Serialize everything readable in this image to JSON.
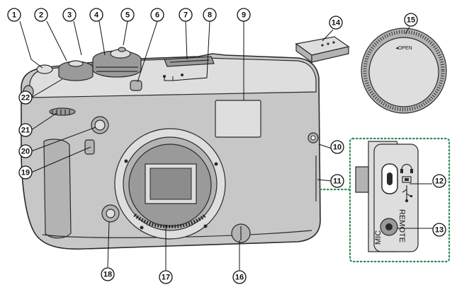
{
  "callouts": [
    {
      "number": "1",
      "part": "shutter-release-button"
    },
    {
      "number": "2",
      "part": "exposure-compensation-dial"
    },
    {
      "number": "3",
      "part": "top-plate"
    },
    {
      "number": "4",
      "part": "iso-dial"
    },
    {
      "number": "5",
      "part": "shutter-speed-dial"
    },
    {
      "number": "6",
      "part": "af-assist-lamp"
    },
    {
      "number": "7",
      "part": "hot-shoe"
    },
    {
      "number": "8",
      "part": "microphones"
    },
    {
      "number": "9",
      "part": "viewfinder-window"
    },
    {
      "number": "10",
      "part": "strap-eyelet"
    },
    {
      "number": "11",
      "part": "connector-cover"
    },
    {
      "number": "12",
      "part": "usb-connector"
    },
    {
      "number": "13",
      "part": "microphone-remote-connector"
    },
    {
      "number": "14",
      "part": "hot-shoe-cover"
    },
    {
      "number": "15",
      "part": "body-cap"
    },
    {
      "number": "16",
      "part": "focus-mode-selector"
    },
    {
      "number": "17",
      "part": "lens-mount"
    },
    {
      "number": "18",
      "part": "lens-signal-contacts"
    },
    {
      "number": "19",
      "part": "viewfinder-selector"
    },
    {
      "number": "20",
      "part": "function-button"
    },
    {
      "number": "21",
      "part": "front-command-dial"
    },
    {
      "number": "22",
      "part": "on-off-switch"
    }
  ],
  "inset": {
    "mic_label": "MIC",
    "remote_label": "REMOTE"
  },
  "body_cap": {
    "open_label": "◂OPEN"
  },
  "colors": {
    "camera_body": "#c7c7c7",
    "callout_border": "#111111",
    "inset_border": "#2e8b57"
  },
  "icons": [
    "headphone-icon",
    "usb-icon",
    "hdmi-icon"
  ]
}
